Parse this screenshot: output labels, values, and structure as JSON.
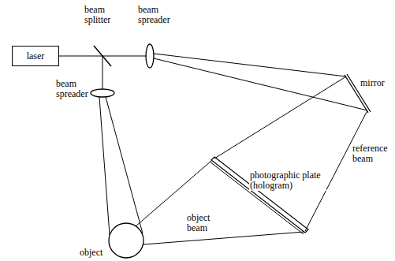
{
  "diagram": {
    "nodes": [
      {
        "text": [
          "laser"
        ]
      }
    ],
    "labels": [
      "beam splitter",
      "beam spreader",
      "mirror",
      "beam spreader",
      "reference beam",
      "photographic plate (hologram)",
      "object beam",
      "object"
    ]
  }
}
